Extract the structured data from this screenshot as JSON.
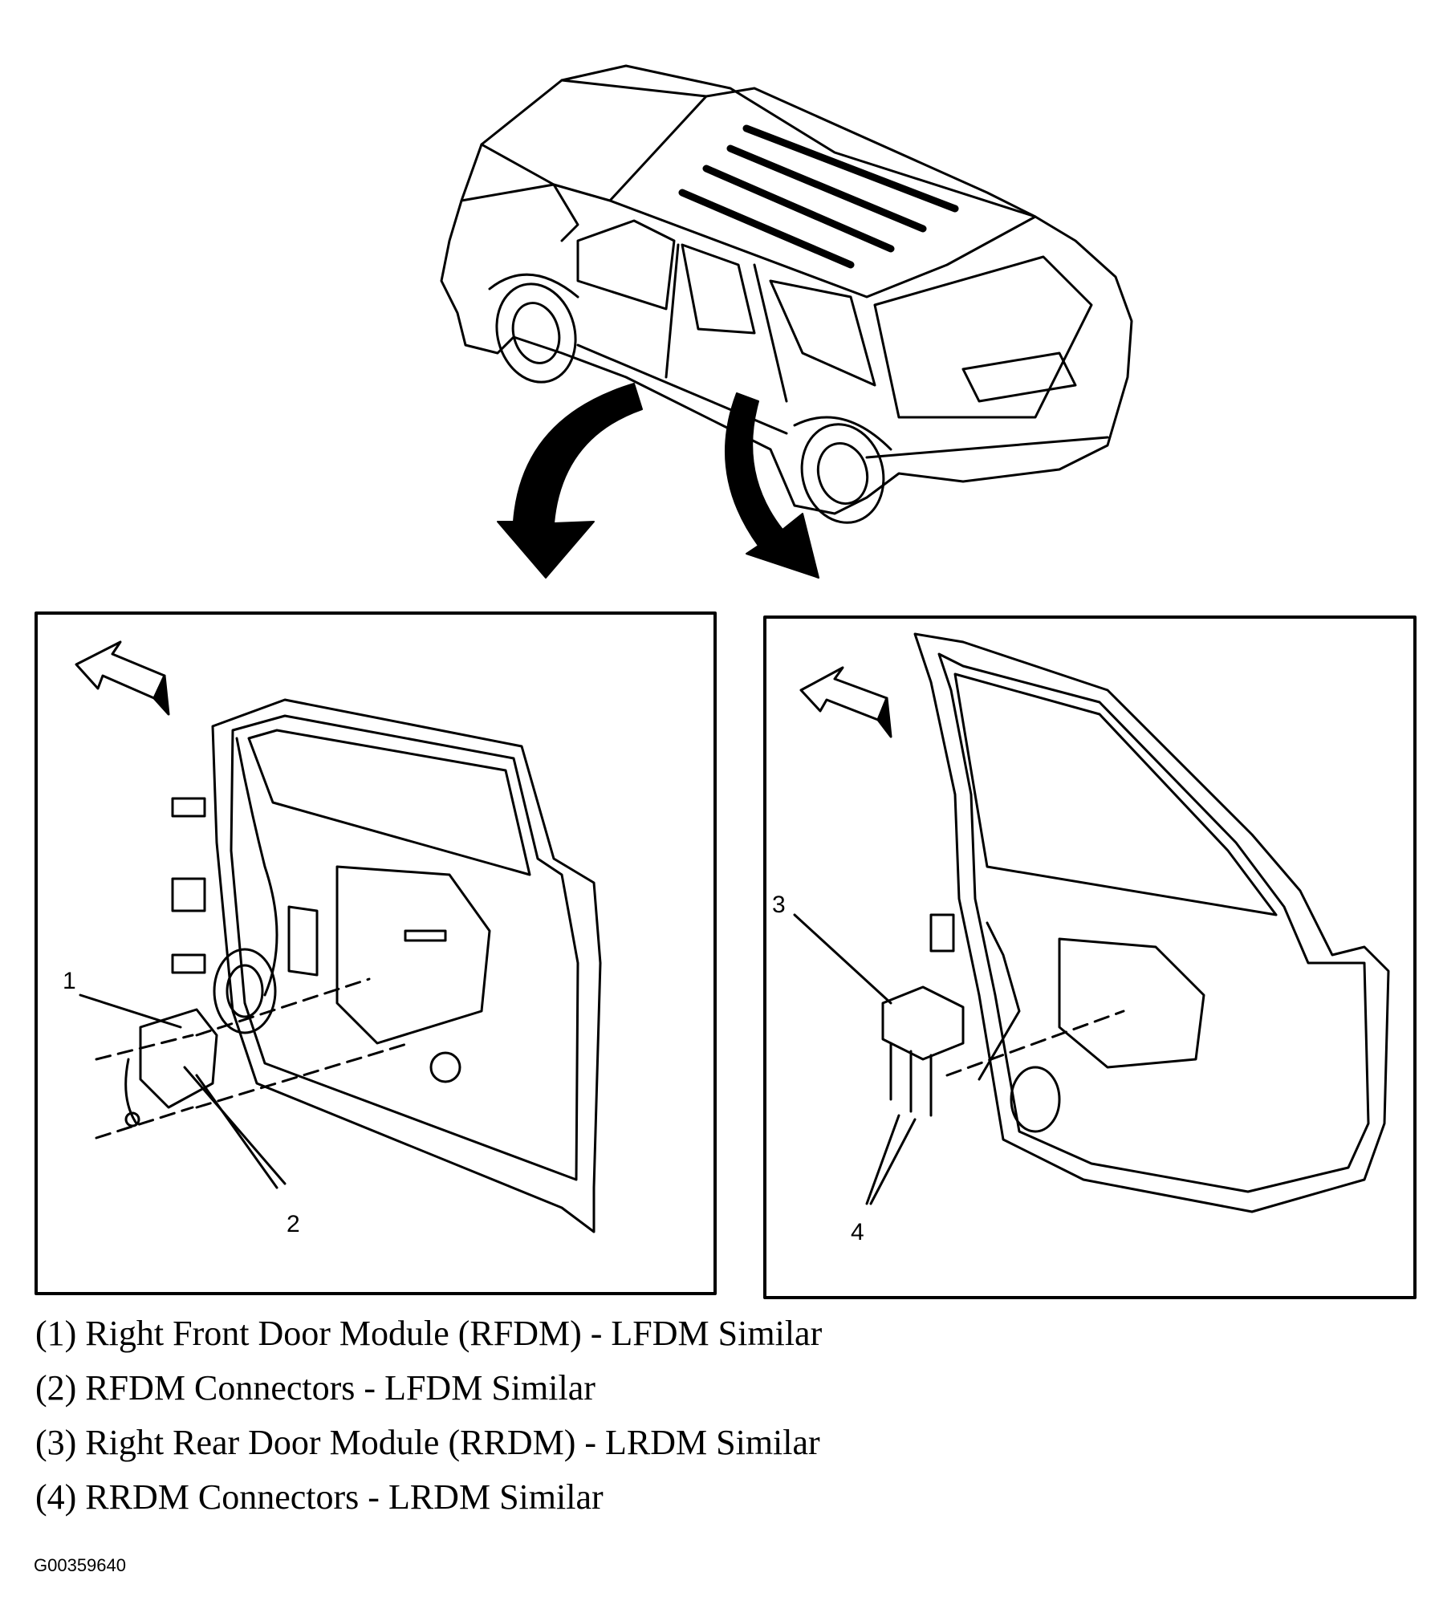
{
  "callouts": [
    "1",
    "2",
    "3",
    "4"
  ],
  "legend": [
    "(1) Right Front Door Module (RFDM) - LFDM Similar",
    "(2) RFDM Connectors - LFDM Similar",
    "(3) Right Rear Door Module (RRDM) - LRDM Similar",
    "(4) RRDM Connectors - LRDM Similar"
  ],
  "reference_code": "G00359640",
  "colors": {
    "ink": "#000000",
    "paper": "#ffffff"
  },
  "icons": [
    "forward-direction-arrow-icon",
    "view-pointer-arrow-icon"
  ]
}
